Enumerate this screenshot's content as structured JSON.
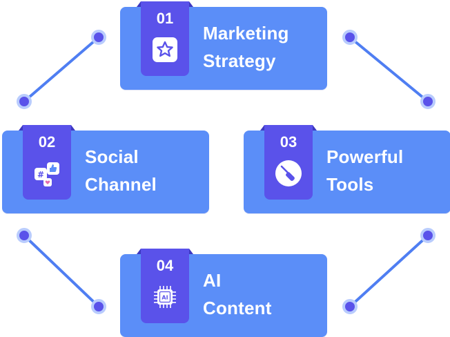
{
  "colors": {
    "card": "#5b8ef8",
    "tab": "#5a52ea",
    "connector": "#4f7ef2",
    "dot": "#5a52ea",
    "text": "#ffffff"
  },
  "items": [
    {
      "number": "01",
      "line1": "Marketing",
      "line2": "Strategy",
      "icon": "star-badge-icon"
    },
    {
      "number": "02",
      "line1": "Social",
      "line2": "Channel",
      "icon": "social-media-icon"
    },
    {
      "number": "03",
      "line1": "Powerful",
      "line2": "Tools",
      "icon": "screwdriver-icon"
    },
    {
      "number": "04",
      "line1": "AI",
      "line2": "Content",
      "icon": "ai-chip-icon"
    }
  ],
  "chip_label": "AI"
}
